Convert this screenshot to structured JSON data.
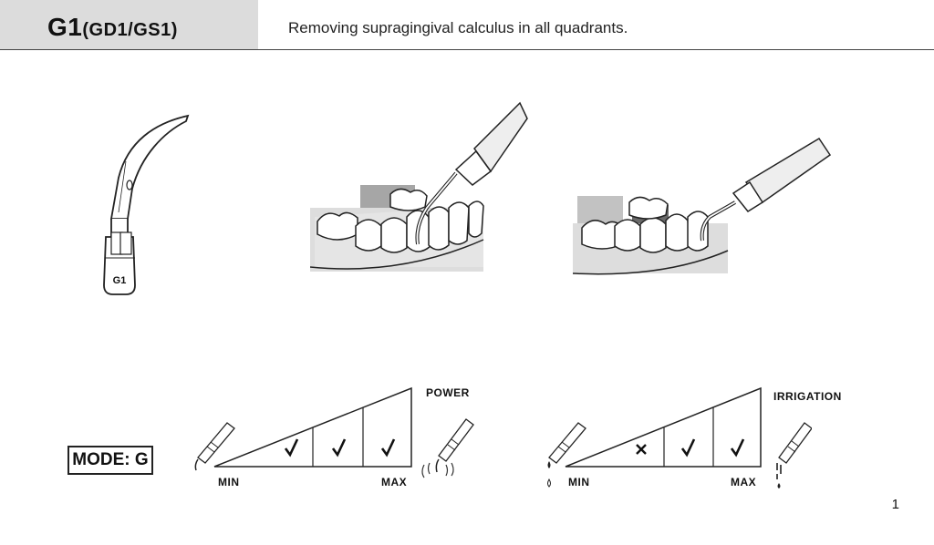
{
  "header": {
    "model_main": "G1",
    "model_sub": "(GD1/GS1)",
    "description": "Removing supragingival calculus in all quadrants."
  },
  "tip": {
    "label": "G1"
  },
  "mode": {
    "label": "MODE: G"
  },
  "power_gauge": {
    "title": "POWER",
    "min_label": "MIN",
    "max_label": "MAX",
    "levels": [
      "check",
      "check",
      "check"
    ]
  },
  "irrigation_gauge": {
    "title": "IRRIGATION",
    "min_label": "MIN",
    "max_label": "MAX",
    "levels": [
      "cross",
      "check",
      "check"
    ]
  },
  "page": {
    "number": "1"
  }
}
